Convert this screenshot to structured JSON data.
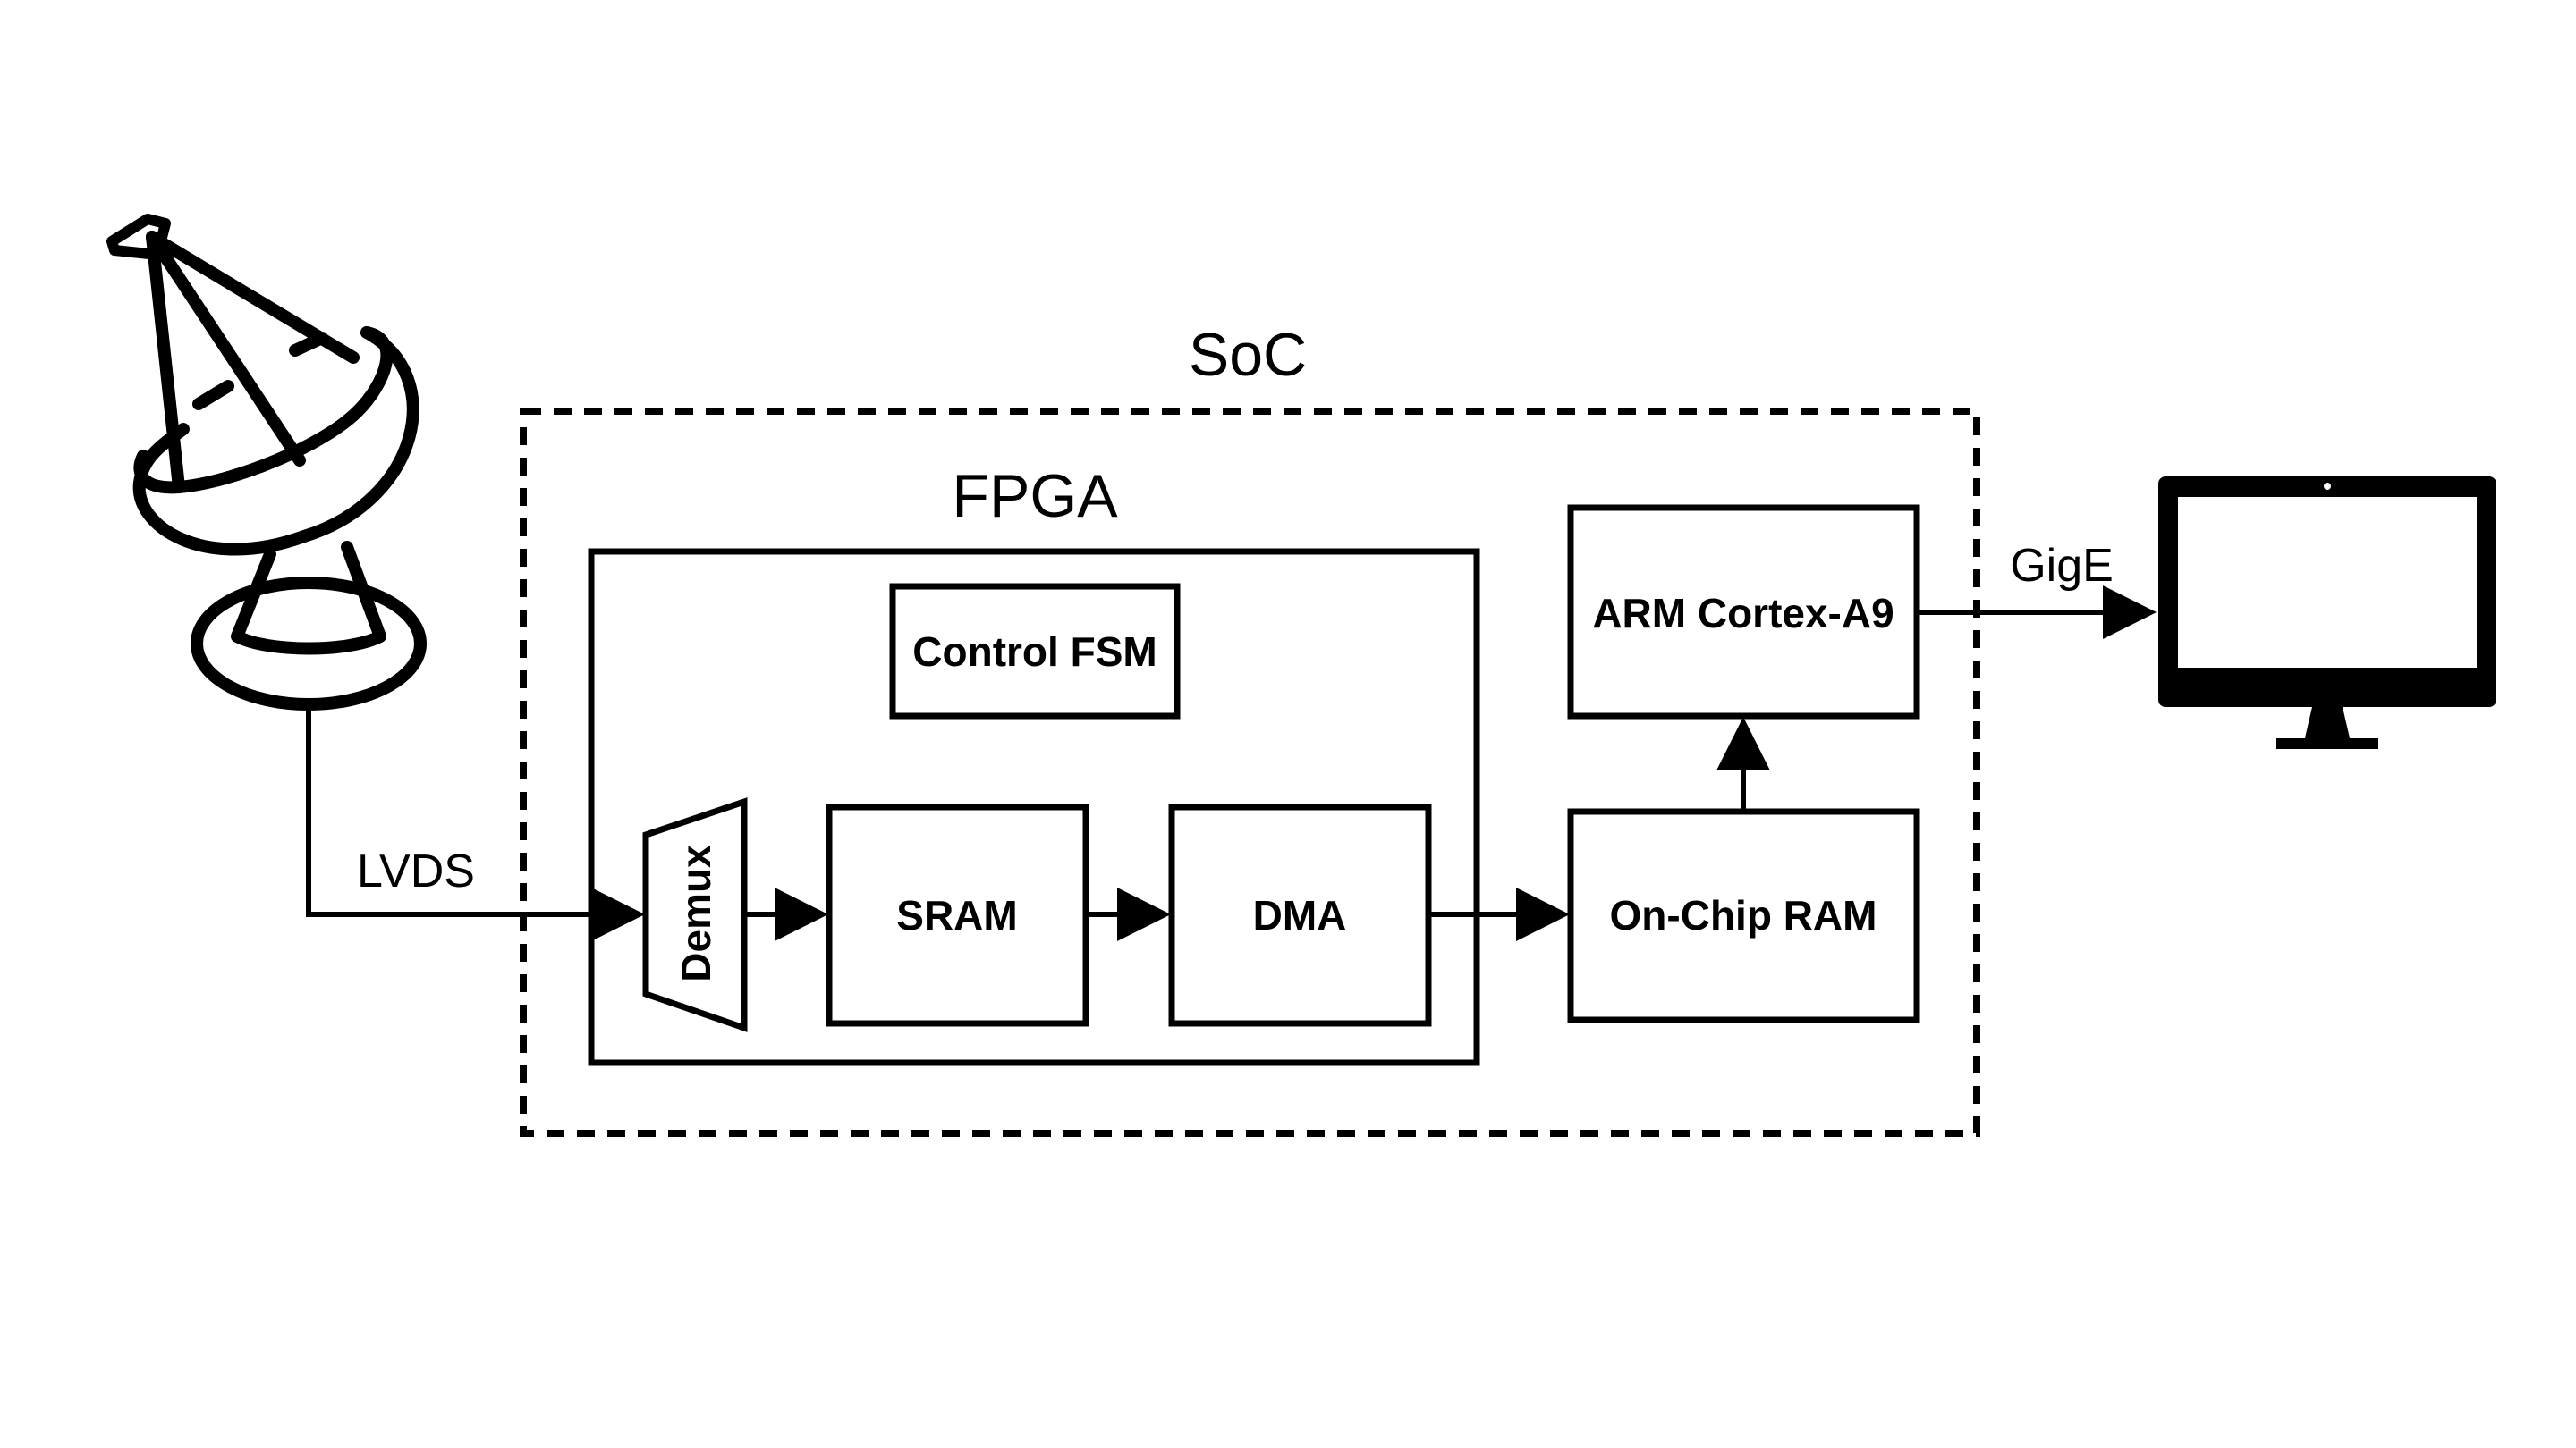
{
  "labels": {
    "soc": "SoC",
    "fpga": "FPGA",
    "control_fsm": "Control FSM",
    "demux": "Demux",
    "sram": "SRAM",
    "dma": "DMA",
    "on_chip_ram": "On-Chip RAM",
    "arm": "ARM Cortex-A9",
    "lvds": "LVDS",
    "gige": "GigE"
  },
  "icons": {
    "source": "satellite-dish-icon",
    "sink": "monitor-icon"
  },
  "colors": {
    "stroke": "#000000",
    "background": "#ffffff"
  }
}
